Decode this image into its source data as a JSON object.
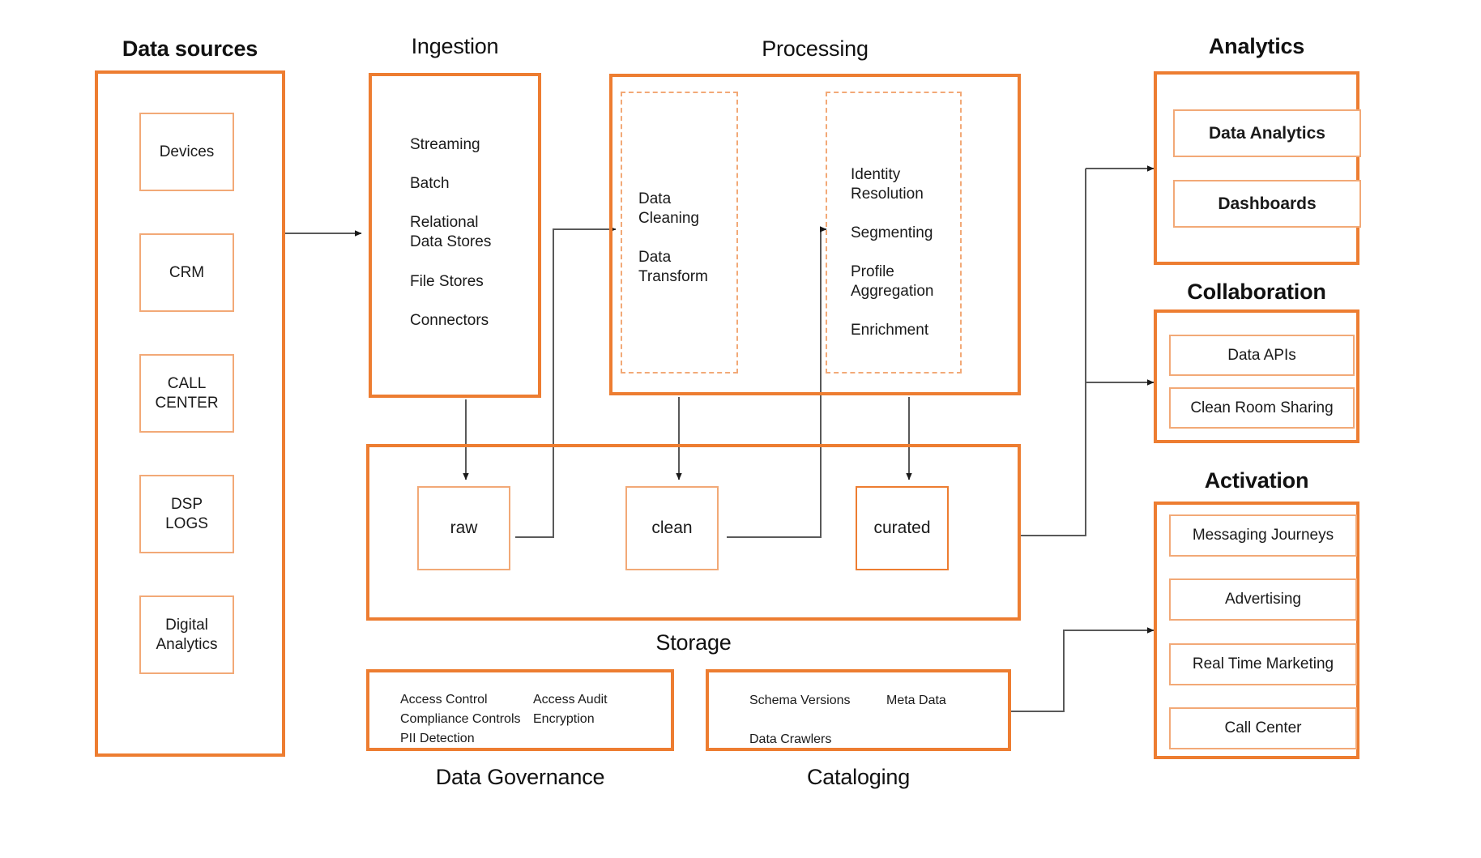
{
  "diagram": {
    "title_color": "#ED7D31",
    "accent_strong": "#ED7D31",
    "accent_light": "#F2A977",
    "wire_color": "#595959"
  },
  "data_sources": {
    "title": "Data sources",
    "items": [
      {
        "label": "Devices"
      },
      {
        "label": "CRM"
      },
      {
        "label": "CALL\nCENTER"
      },
      {
        "label": "DSP\nLOGS"
      },
      {
        "label": "Digital\nAnalytics"
      }
    ]
  },
  "ingestion": {
    "title": "Ingestion",
    "items": [
      "Streaming",
      "Batch",
      "Relational\nData Stores",
      "File Stores",
      "Connectors"
    ]
  },
  "processing": {
    "title": "Processing",
    "left_group": [
      "Data\nCleaning",
      "Data\nTransform"
    ],
    "right_group": [
      "Identity\nResolution",
      "Segmenting",
      "Profile\nAggregation",
      "Enrichment"
    ]
  },
  "storage": {
    "title": "Storage",
    "zones": [
      {
        "label": "raw"
      },
      {
        "label": "clean"
      },
      {
        "label": "curated"
      }
    ]
  },
  "analytics": {
    "title": "Analytics",
    "items": [
      {
        "label": "Data Analytics"
      },
      {
        "label": "Dashboards"
      }
    ]
  },
  "collaboration": {
    "title": "Collaboration",
    "items": [
      {
        "label": "Data APIs"
      },
      {
        "label": "Clean Room Sharing"
      }
    ]
  },
  "activation": {
    "title": "Activation",
    "items": [
      {
        "label": "Messaging Journeys"
      },
      {
        "label": "Advertising"
      },
      {
        "label": "Real Time Marketing"
      },
      {
        "label": "Call Center"
      }
    ]
  },
  "data_governance": {
    "title": "Data Governance",
    "column_left": "Access Control\nCompliance Controls\nPII Detection",
    "column_right": "Access Audit\nEncryption"
  },
  "cataloging": {
    "title": "Cataloging",
    "column_left": "Schema Versions\n\nData Crawlers",
    "column_right": "Meta Data"
  }
}
